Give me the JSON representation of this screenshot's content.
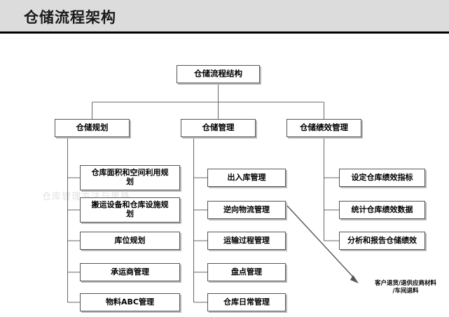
{
  "header": {
    "title": "仓储流程架构"
  },
  "watermark": {
    "text": "仓库管理方法与思路"
  },
  "diagram": {
    "root": {
      "label": "仓储流程结构"
    },
    "branches": [
      {
        "label": "仓储规划",
        "children": [
          {
            "label": "仓库面积和空间利用规\n划"
          },
          {
            "label": "搬运设备和仓库设施规\n划"
          },
          {
            "label": "库位规划"
          },
          {
            "label": "承运商管理"
          },
          {
            "label": "物料ABC管理"
          }
        ]
      },
      {
        "label": "仓储管理",
        "children": [
          {
            "label": "出入库管理"
          },
          {
            "label": "逆向物流管理"
          },
          {
            "label": "运输过程管理"
          },
          {
            "label": "盘点管理"
          },
          {
            "label": "仓库日常管理"
          }
        ]
      },
      {
        "label": "仓储绩效管理",
        "children": [
          {
            "label": "设定仓库绩效指标"
          },
          {
            "label": "统计仓库绩效数据"
          },
          {
            "label": "分析和报告仓储绩效"
          }
        ]
      }
    ],
    "annotation": {
      "label": "客户退货/退供应商材料\n/车间退料"
    }
  },
  "colors": {
    "header_background": "#dcdcdc",
    "header_rule": "#000000",
    "node_border": "#555555",
    "node_shadow": "#b9b9b9",
    "connector": "#666666",
    "watermark": "#e2e2e2",
    "page_background": "#ffffff"
  }
}
